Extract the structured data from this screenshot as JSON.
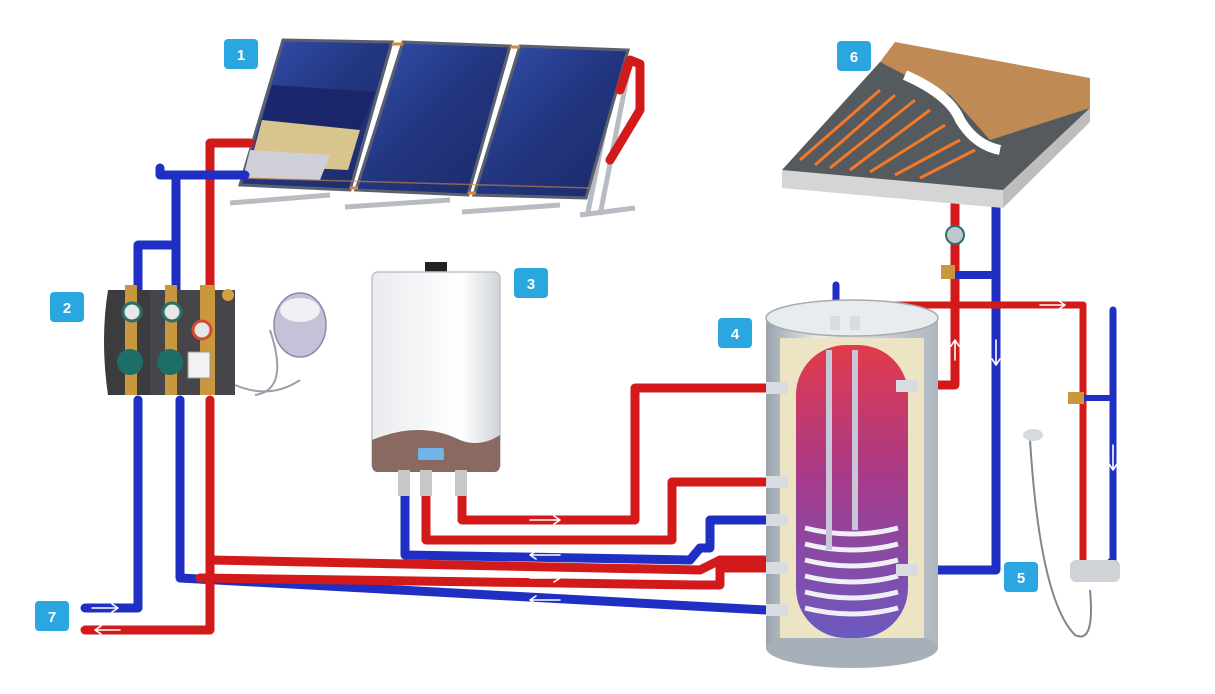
{
  "badges": {
    "b1": "1",
    "b2": "2",
    "b3": "3",
    "b4": "4",
    "b5": "5",
    "b6": "6",
    "b7": "7"
  },
  "colors": {
    "hot_pipe": "#d21a1a",
    "cold_pipe": "#1f2fc4",
    "badge_fill": "#2aa6e0",
    "collector_glass": "#233a8a",
    "tank_shell": "#c9cfd6",
    "insulation": "#ece4c2",
    "floor_wood": "#c08a55"
  },
  "icons": [
    "solar-collector-icon",
    "pump-station-icon",
    "expansion-vessel-icon",
    "gas-boiler-icon",
    "storage-tank-icon",
    "shower-icon",
    "underfloor-heating-icon"
  ]
}
